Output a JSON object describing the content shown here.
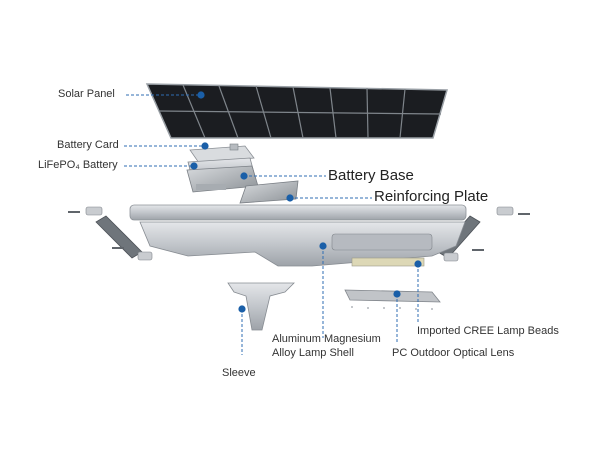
{
  "labels": {
    "solar_panel": "Solar Panel",
    "battery_card": "Battery Card",
    "lifepo4_battery": "LiFePO₄ Battery",
    "battery_base": "Battery Base",
    "reinforcing_plate": "Reinforcing Plate",
    "lamp_shell_line1": "Aluminum Magnesium",
    "lamp_shell_line2": "Alloy Lamp Shell",
    "cree_beads": "Imported CREE Lamp Beads",
    "optical_lens": "PC Outdoor Optical Lens",
    "sleeve": "Sleeve"
  },
  "colors": {
    "marker": "#1a5fa8",
    "leader_line": "#2f6db3",
    "panel_cell": "#15171b",
    "aluminum": "#c9ccd0"
  }
}
